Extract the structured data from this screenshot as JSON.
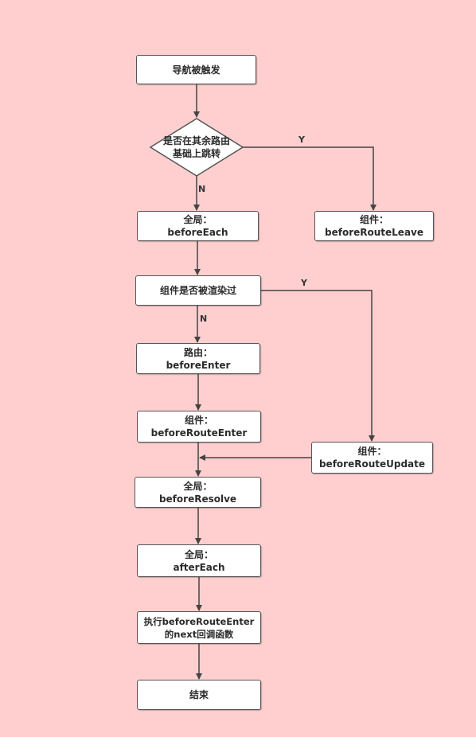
{
  "nodes": {
    "start": {
      "line1": "导航被触发"
    },
    "decision_route": {
      "line1": "是否在其余路由",
      "line2": "基础上跳转"
    },
    "global_before_each": {
      "line1": "全局：",
      "line2": "beforeEach"
    },
    "comp_before_route_leave": {
      "line1": "组件：",
      "line2": "beforeRouteLeave"
    },
    "comp_rendered": {
      "line1": "组件是否被渲染过"
    },
    "route_before_enter": {
      "line1": "路由：",
      "line2": "beforeEnter"
    },
    "comp_before_route_enter": {
      "line1": "组件：",
      "line2": "beforeRouteEnter"
    },
    "comp_before_route_update": {
      "line1": "组件：",
      "line2": "beforeRouteUpdate"
    },
    "global_before_resolve": {
      "line1": "全局：",
      "line2": "beforeResolve"
    },
    "global_after_each": {
      "line1": "全局：",
      "line2": "afterEach"
    },
    "exec_next_callback": {
      "line1": "执行beforeRouteEnter",
      "line2": "的next回调函数"
    },
    "end": {
      "line1": "结束"
    }
  },
  "edge_labels": {
    "decision_yes": "Y",
    "decision_no": "N",
    "rendered_yes": "Y",
    "rendered_no": "N"
  },
  "colors": {
    "background": "#ffcfcf",
    "node_fill": "#ffffff",
    "stroke": "#444444"
  }
}
